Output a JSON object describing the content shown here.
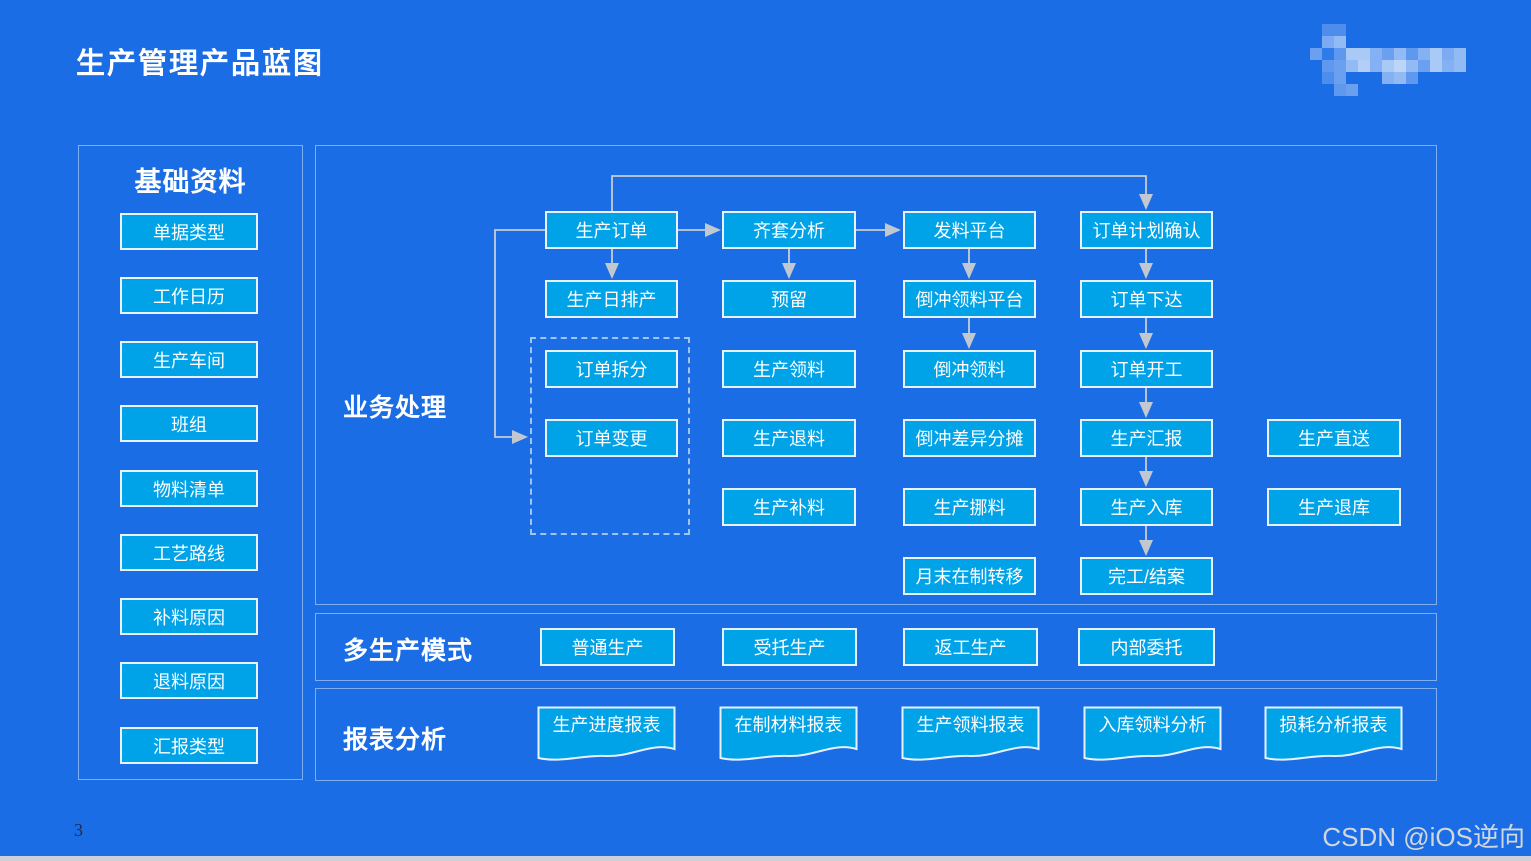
{
  "page": {
    "title": "生产管理产品蓝图",
    "page_number": "3",
    "watermark": "CSDN @iOS逆向",
    "colors": {
      "background": "#1b6de6",
      "box_fill": "#00a3e8",
      "box_border": "#e7f2fc",
      "panel_border": "#d2e6fc",
      "arrow": "#c7ccd4",
      "title_text": "#ffffff"
    }
  },
  "sidebar": {
    "title": "基础资料",
    "items": [
      {
        "label": "单据类型"
      },
      {
        "label": "工作日历"
      },
      {
        "label": "生产车间"
      },
      {
        "label": "班组"
      },
      {
        "label": "物料清单"
      },
      {
        "label": "工艺路线"
      },
      {
        "label": "补料原因"
      },
      {
        "label": "退料原因"
      },
      {
        "label": "汇报类型"
      }
    ]
  },
  "business": {
    "title": "业务处理",
    "nodes": [
      {
        "label": "生产订单"
      },
      {
        "label": "齐套分析"
      },
      {
        "label": "发料平台"
      },
      {
        "label": "订单计划确认"
      },
      {
        "label": "生产日排产"
      },
      {
        "label": "预留"
      },
      {
        "label": "倒冲领料平台"
      },
      {
        "label": "订单下达"
      },
      {
        "label": "订单拆分"
      },
      {
        "label": "订单变更"
      },
      {
        "label": "生产领料"
      },
      {
        "label": "生产退料"
      },
      {
        "label": "生产补料"
      },
      {
        "label": "倒冲领料"
      },
      {
        "label": "倒冲差异分摊"
      },
      {
        "label": "生产挪料"
      },
      {
        "label": "月末在制转移"
      },
      {
        "label": "订单开工"
      },
      {
        "label": "生产汇报"
      },
      {
        "label": "生产入库"
      },
      {
        "label": "完工/结案"
      },
      {
        "label": "生产直送"
      },
      {
        "label": "生产退库"
      }
    ]
  },
  "modes": {
    "title": "多生产模式",
    "items": [
      {
        "label": "普通生产"
      },
      {
        "label": "受托生产"
      },
      {
        "label": "返工生产"
      },
      {
        "label": "内部委托"
      }
    ]
  },
  "reports": {
    "title": "报表分析",
    "items": [
      {
        "label": "生产进度报表"
      },
      {
        "label": "在制材料报表"
      },
      {
        "label": "生产领料报表"
      },
      {
        "label": "入库领料分析"
      },
      {
        "label": "损耗分析报表"
      }
    ]
  }
}
